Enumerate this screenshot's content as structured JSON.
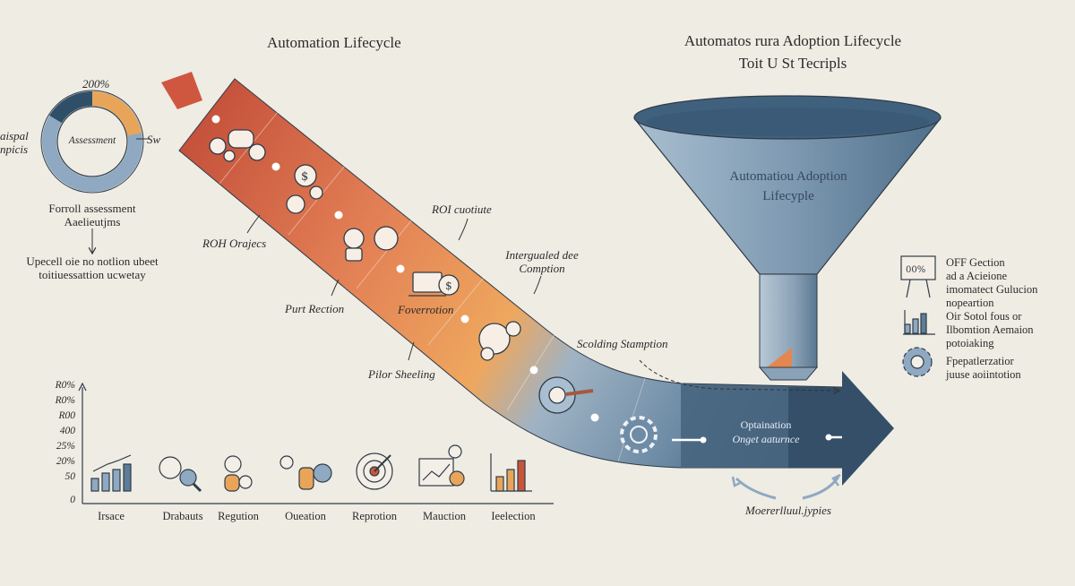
{
  "titles": {
    "left": "Automation Lifecycle",
    "right_line1": "Automatos rura Adoption Lifecycle",
    "right_line2": "Toit U St Tecripls"
  },
  "donut": {
    "top_label": "200%",
    "center_label": "Assessment",
    "side_label": "Sw",
    "left_label_1": "aispal",
    "left_label_2": "npicis",
    "caption_1": "Forroll assessment",
    "caption_2": "Aaelieutjms",
    "subcaption_1": "Upecell oie no notlion ubeet",
    "subcaption_2": "toitiuessattion ucwetay",
    "colors": {
      "dark": "#2f4f68",
      "orange": "#e8a55a",
      "blue": "#8ea9c1"
    }
  },
  "pipeline_labels": {
    "roi_orajecs": "ROH Orajecs",
    "roi_cuotiute": "ROI cuotiute",
    "integrated_1": "Intergualed dee",
    "integrated_2": "Comption",
    "purt_rection": "Purt Rection",
    "foverrotion": "Foverrotion",
    "scolding": "Scolding Stamption",
    "pilor": "Pilor Sheeling"
  },
  "funnel": {
    "line1": "Automatiou Adoption",
    "line2": "Lifecyple"
  },
  "arrow_text": {
    "line1": "Optaination",
    "line2": "Onget aaturnce"
  },
  "bottom_arrow_caption": "Moererlluul.jypies",
  "legend": [
    {
      "icon": "presentation-icon",
      "lines": [
        "OFF Gection",
        "ad a Acieione",
        "imomatect Gulucion",
        "nopeartion"
      ]
    },
    {
      "icon": "bar-growth-icon",
      "lines": [
        "Oir Sotol fous or",
        "Ilbomtion Aemaion",
        "potoiaking"
      ]
    },
    {
      "icon": "gear-icon",
      "lines": [
        "Fpepatlerzatior",
        "juuse aoiintotion"
      ]
    }
  ],
  "chart_data": {
    "type": "icon-axis",
    "y_ticks": [
      "R0%",
      "R0%",
      "R00",
      "400",
      "25%",
      "20%",
      "50",
      "0"
    ],
    "categories": [
      "Irsace",
      "Drabauts",
      "Regution",
      "Oueation",
      "Reprotion",
      "Mauction",
      "Ieelection"
    ]
  },
  "colors": {
    "band_red": "#c8553a",
    "band_orange": "#eaa35b",
    "band_blue": "#7e9ab3",
    "arrow_dark": "#3a5570",
    "funnel": "#5e7f9b"
  }
}
